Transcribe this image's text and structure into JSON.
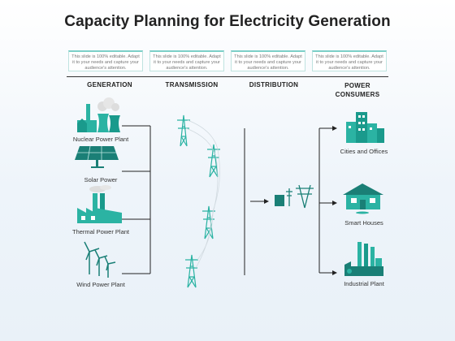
{
  "title": "Capacity Planning for Electricity Generation",
  "note_text": "This slide is 100% editable. Adapt it to your needs and capture your audience's attention.",
  "columns": [
    "GENERATION",
    "TRANSMISSION",
    "DISTRIBUTION",
    "POWER CONSUMERS"
  ],
  "generation": [
    "Nuclear Power Plant",
    "Solar Power",
    "Thermal Power Plant",
    "Wind Power Plant"
  ],
  "consumers": [
    "Cities and Offices",
    "Smart Houses",
    "Industrial Plant"
  ],
  "colors": {
    "accent": "#2bb3a3",
    "dark": "#1a7f76",
    "line": "#222222"
  }
}
